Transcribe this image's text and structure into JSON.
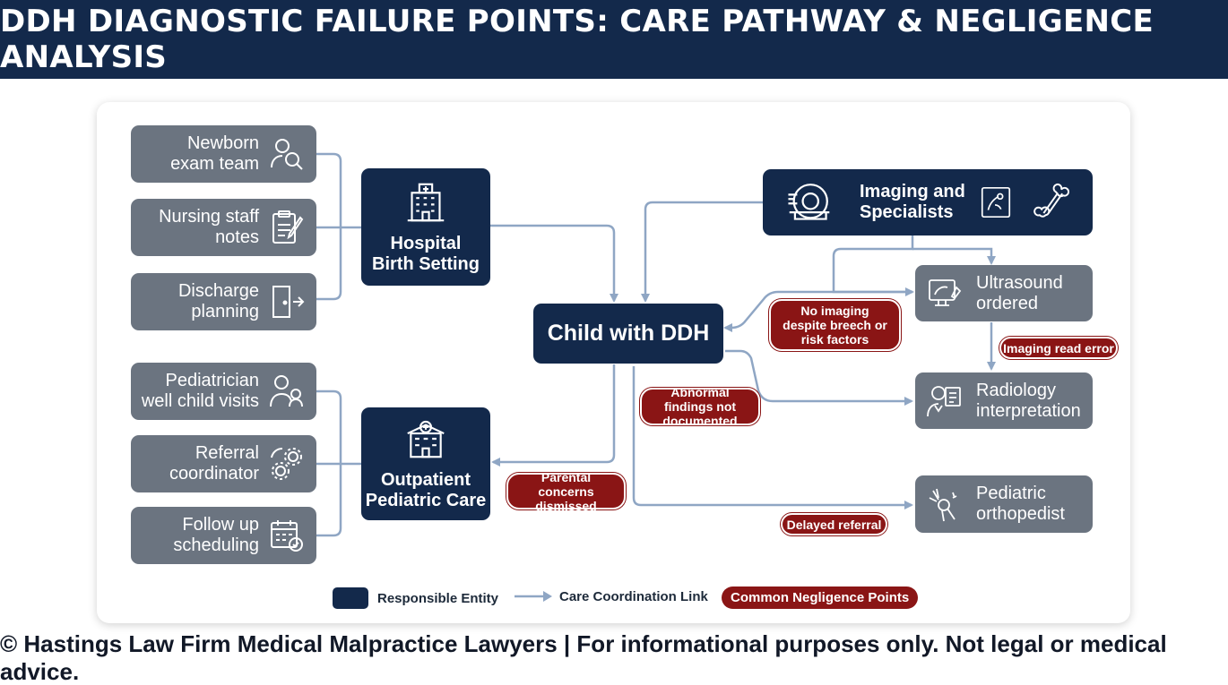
{
  "header": {
    "title": "DDH DIAGNOSTIC FAILURE POINTS: CARE PATHWAY & NEGLIGENCE ANALYSIS"
  },
  "nodes": {
    "newborn_exam": "Newborn exam team",
    "nursing_notes": "Nursing staff notes",
    "discharge": "Discharge planning",
    "pediatrician": "Pediatrician well child visits",
    "referral_coord": "Referral coordinator",
    "followup": "Follow up scheduling",
    "hospital": "Hospital Birth Setting",
    "outpatient": "Outpatient Pediatric Care",
    "child": "Child with DDH",
    "imaging": "Imaging and Specialists",
    "ultrasound": "Ultrasound ordered",
    "radiology": "Radiology interpretation",
    "ortho": "Pediatric orthopedist"
  },
  "risks": {
    "no_imaging": "No imaging despite breech or risk factors",
    "read_error": "Imaging read error",
    "abnormal": "Abnormal findings not documented",
    "parental": "Parental concerns dismissed",
    "delayed": "Delayed referral"
  },
  "legend": {
    "entity": "Responsible Entity",
    "link": "Care Coordination Link",
    "negligence": "Common Negligence Points"
  },
  "colors": {
    "navy": "#13294b",
    "gray": "#6b7480",
    "red": "#8a1515",
    "link": "#8fa6c4"
  },
  "footer": {
    "text": "© Hastings Law Firm Medical Malpractice Lawyers | For informational purposes only. Not legal or medical advice."
  }
}
